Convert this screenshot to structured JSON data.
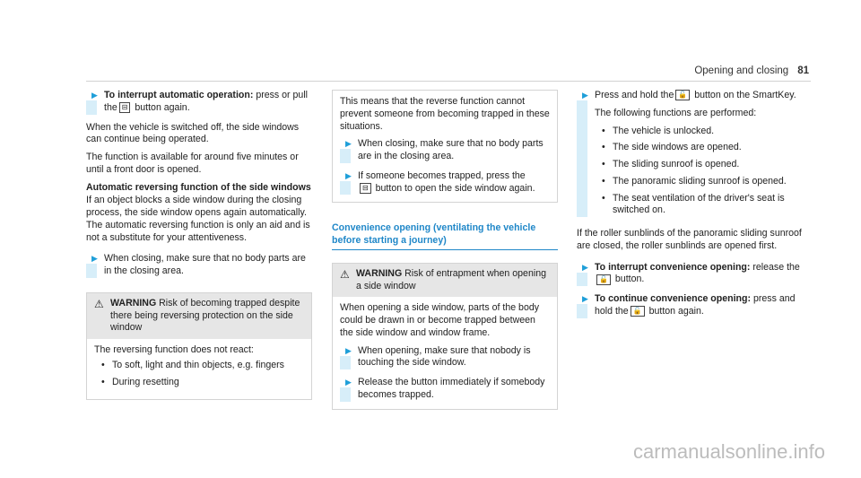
{
  "header": {
    "section": "Opening and closing",
    "page": "81"
  },
  "col1": {
    "step1_bold": "To interrupt automatic operation:",
    "step1_a": " press or pull the",
    "step1_b": " button again.",
    "p1": "When the vehicle is switched off, the side windows can continue being operated.",
    "p2": "The function is available for around five minutes or until a front door is opened.",
    "heading": "Automatic reversing function of the side windows",
    "p3": "If an object blocks a side window during the closing process, the side window opens again automatically. The automatic reversing function is only an aid and is not a substitute for your attentiveness.",
    "step2": "When closing, make sure that no body parts are in the closing area.",
    "warning_title": "WARNING",
    "warning_text": " Risk of becoming trapped despite there being reversing protection on the side window",
    "warning_intro": "The reversing function does not react:",
    "bullets": [
      "To soft, light and thin objects, e.g. fingers",
      "During resetting"
    ]
  },
  "col2": {
    "cont": "This means that the reverse function cannot prevent someone from becoming trapped in these situations.",
    "step1": "When closing, make sure that no body parts are in the closing area.",
    "step2_a": "If someone becomes trapped, press the",
    "step2_b": " button to open the side window again.",
    "section_title": "Convenience opening (ventilating the vehicle before starting a journey)",
    "warning_title": "WARNING",
    "warning_text": " Risk of entrapment when opening a side window",
    "warning_body": "When opening a side window, parts of the body could be drawn in or become trapped between the side window and window frame.",
    "warn_step1": "When opening, make sure that nobody is touching the side window.",
    "warn_step2": "Release the button immediately if somebody becomes trapped."
  },
  "col3": {
    "step1_a": "Press and hold the",
    "step1_b": " button on the SmartKey.",
    "intro": "The following functions are performed:",
    "bullets": [
      "The vehicle is unlocked.",
      "The side windows are opened.",
      "The sliding sunroof is opened.",
      "The panoramic sliding sunroof is opened.",
      "The seat ventilation of the driver's seat is switched on."
    ],
    "p1": "If the roller sunblinds of the panoramic sliding sunroof are closed, the roller sunblinds are opened first.",
    "step2_bold": "To interrupt convenience opening:",
    "step2_a": " release the",
    "step2_b": " button.",
    "step3_bold": "To continue convenience opening:",
    "step3_a": " press and hold the",
    "step3_b": " button again."
  },
  "watermark": "carmanualsonline.info",
  "icons": {
    "arrow": "play-arrow-icon",
    "warning": "warning-triangle-icon",
    "window_btn": "window-switch-icon",
    "unlock_btn": "unlock-key-icon"
  }
}
